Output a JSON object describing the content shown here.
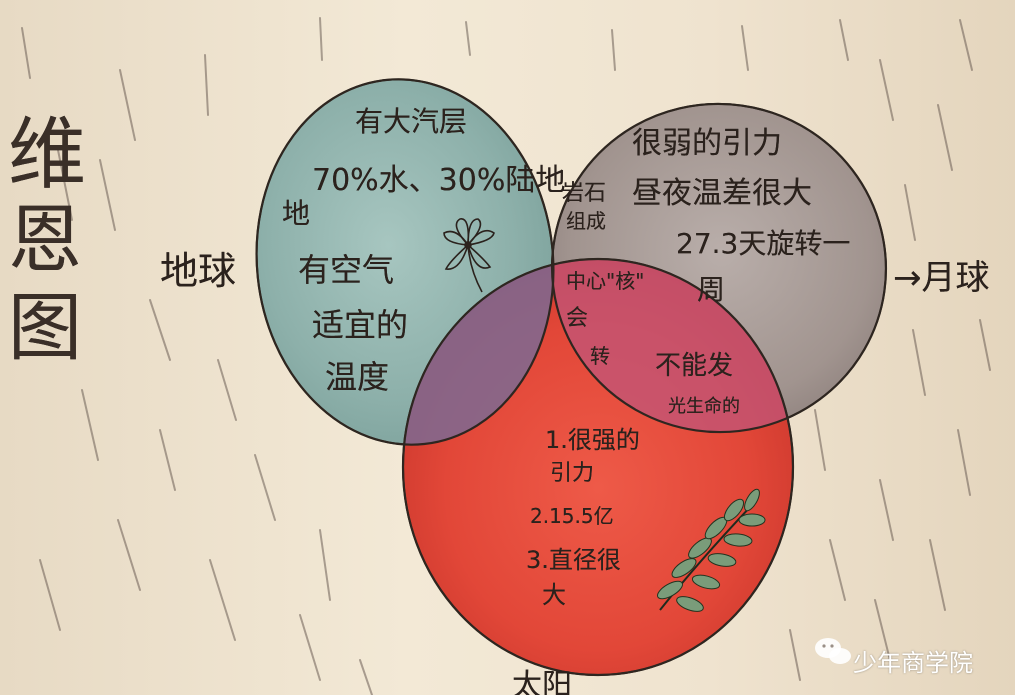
{
  "title": {
    "chars": [
      "维",
      "恩",
      "图"
    ]
  },
  "sets": {
    "earth": {
      "label": "地球",
      "color": "#8fb2ae"
    },
    "moon": {
      "label": "→月球",
      "color": "#a79c97"
    },
    "sun": {
      "label": "太阳",
      "color": "#e24c3e"
    }
  },
  "regions": {
    "earth_only": {
      "line1": "有大汽层",
      "line2": "70%水、30%陆地",
      "line3": "地",
      "line4": "有空气",
      "line5": "适宜的",
      "line6": "温度"
    },
    "earth_moon": {
      "line1": "岩石",
      "line2": "组成"
    },
    "moon_only": {
      "line1": "很弱的引力",
      "line2": "昼夜温差很大",
      "line3": "27.3天旋转一",
      "line4": "周"
    },
    "center": {
      "line1": "中心\"核\"",
      "line2": "会",
      "line3": "转"
    },
    "moon_sun": {
      "line1": "不能发",
      "line2": "光生命的"
    },
    "sun_only": {
      "line1": "1.很强的",
      "line2": "引力",
      "line3": "2.15.5亿",
      "line4": "3.直径很",
      "line5": "大"
    }
  },
  "watermark": {
    "text": "少年商学院"
  }
}
